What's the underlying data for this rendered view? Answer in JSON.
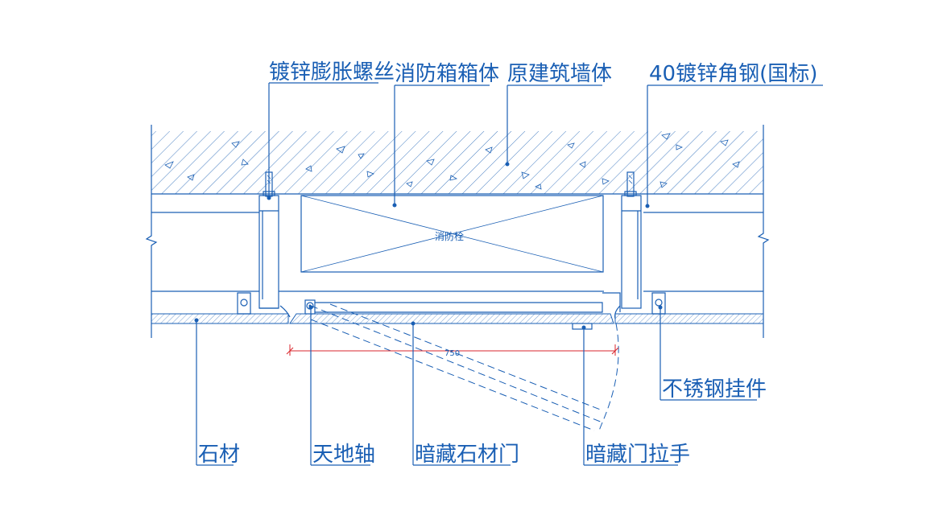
{
  "labels": {
    "bolt": "镀锌膨胀螺丝",
    "box": "消防箱箱体",
    "wall": "原建筑墙体",
    "angle": "40镀锌角钢(国标)",
    "hanger": "不锈钢挂件",
    "stone": "石材",
    "pivot": "天地轴",
    "door": "暗藏石材门",
    "handle": "暗藏门拉手",
    "hydrant": "消防栓"
  },
  "dimension": {
    "value": "750"
  },
  "colors": {
    "line": "#1a5fb4",
    "dimension": "#d9262c"
  }
}
